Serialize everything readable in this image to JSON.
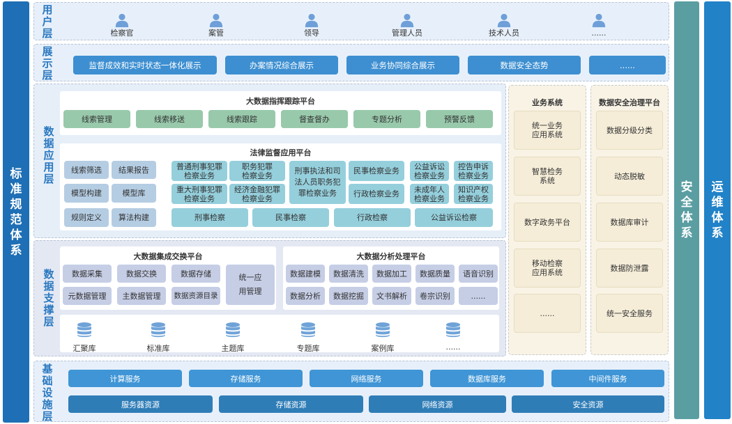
{
  "side_bars": {
    "left": "标准规范体系",
    "security": "安全体系",
    "ops": "运维体系"
  },
  "colors": {
    "left_bar": "#1e6fb5",
    "security_bar": "#5a9ea2",
    "ops_bar": "#2182c8",
    "layer_title": "#2a78c0",
    "display_button": "#3d8fd1",
    "green_tile": "#98c9ab",
    "teal_tile": "#95cfdc",
    "blue_gray_tile": "#b5cde3",
    "lavender_tile": "#c6cee6",
    "cream_tile": "#f5edd8",
    "user_icon": "#6f9fd8",
    "db_icon": "#6fa3d8",
    "infra_service": "#3f95d5",
    "infra_resource": "#2f7db7"
  },
  "layers": {
    "user": {
      "title": "用户层",
      "users": [
        {
          "label": "检察官",
          "icon": "user-icon"
        },
        {
          "label": "案管",
          "icon": "user-icon"
        },
        {
          "label": "领导",
          "icon": "user-icon"
        },
        {
          "label": "管理人员",
          "icon": "user-icon"
        },
        {
          "label": "技术人员",
          "icon": "user-icon"
        },
        {
          "label": "......",
          "icon": "user-icon"
        }
      ]
    },
    "display": {
      "title": "展示层",
      "items": [
        "监督成效和实时状态一体化展示",
        "办案情况综合展示",
        "业务协同综合展示",
        "数据安全态势",
        "......"
      ]
    },
    "application": {
      "title": "数据应用层",
      "command_platform": {
        "title": "大数据指挥跟踪平台",
        "items": [
          "线索管理",
          "线索移送",
          "线索跟踪",
          "督查督办",
          "专题分析",
          "预警反馈"
        ]
      },
      "legal_platform": {
        "title": "法律监督应用平台",
        "left_items": [
          "线索筛选",
          "结果报告",
          "模型构建",
          "模型库",
          "规则定义",
          "算法构建"
        ],
        "business_items": [
          "普通刑事犯罪检察业务",
          "职务犯罪检察业务",
          "刑事执法和司法人员职务犯罪检察业务",
          "民事检察业务",
          "公益诉讼检察业务",
          "控告申诉检察业务",
          "重大刑事犯罪检察业务",
          "经济金融犯罪检察业务",
          "行政检察业务",
          "未成年人检察业务",
          "知识产权检察业务"
        ],
        "business_lines": {
          "b0": "普通刑事犯罪\n检察业务",
          "b1": "职务犯罪\n检察业务",
          "b2": "刑事执法和司\n法人员职务犯\n罪检察业务",
          "b3": "民事检察业务",
          "b4": "公益诉讼\n检察业务",
          "b5": "控告申诉\n检察业务",
          "b6": "重大刑事犯罪\n检察业务",
          "b7": "经济金融犯罪\n检察业务",
          "b8": "行政检察业务",
          "b9": "未成年人\n检察业务",
          "b10": "知识产权\n检察业务"
        },
        "bottom_items": [
          "刑事检察",
          "民事检察",
          "行政检察",
          "公益诉讼检察"
        ]
      }
    },
    "business_systems": {
      "title": "业务系统",
      "items": [
        "统一业务\n应用系统",
        "智慧检务\n系统",
        "数字政务平台",
        "移动检察\n应用系统",
        "......"
      ]
    },
    "security_platform": {
      "title": "数据安全治理平台",
      "items": [
        "数据分级分类",
        "动态脱敏",
        "数据库审计",
        "数据防泄露",
        "统一安全服务"
      ]
    },
    "support": {
      "title": "数据支撑层",
      "exchange_platform": {
        "title": "大数据集成交换平台",
        "items": [
          "数据采集",
          "数据交换",
          "数据存储",
          "元数据管理",
          "主数据管理",
          "数据资源目录"
        ],
        "side_item": "统一应\n用管理"
      },
      "analysis_platform": {
        "title": "大数据分析处理平台",
        "items": [
          "数据建模",
          "数据清洗",
          "数据加工",
          "数据质量",
          "语音识别",
          "数据分析",
          "数据挖掘",
          "文书解析",
          "卷宗识别",
          "......"
        ]
      },
      "databases": [
        {
          "label": "汇聚库",
          "icon": "database-icon"
        },
        {
          "label": "标准库",
          "icon": "database-icon"
        },
        {
          "label": "主题库",
          "icon": "database-icon"
        },
        {
          "label": "专题库",
          "icon": "database-icon"
        },
        {
          "label": "案例库",
          "icon": "database-icon"
        },
        {
          "label": "......",
          "icon": "database-icon"
        }
      ]
    },
    "infrastructure": {
      "title": "基础设施层",
      "services": [
        "计算服务",
        "存储服务",
        "网络服务",
        "数据库服务",
        "中间件服务"
      ],
      "resources": [
        "服务器资源",
        "存储资源",
        "网络资源",
        "安全资源"
      ]
    }
  }
}
